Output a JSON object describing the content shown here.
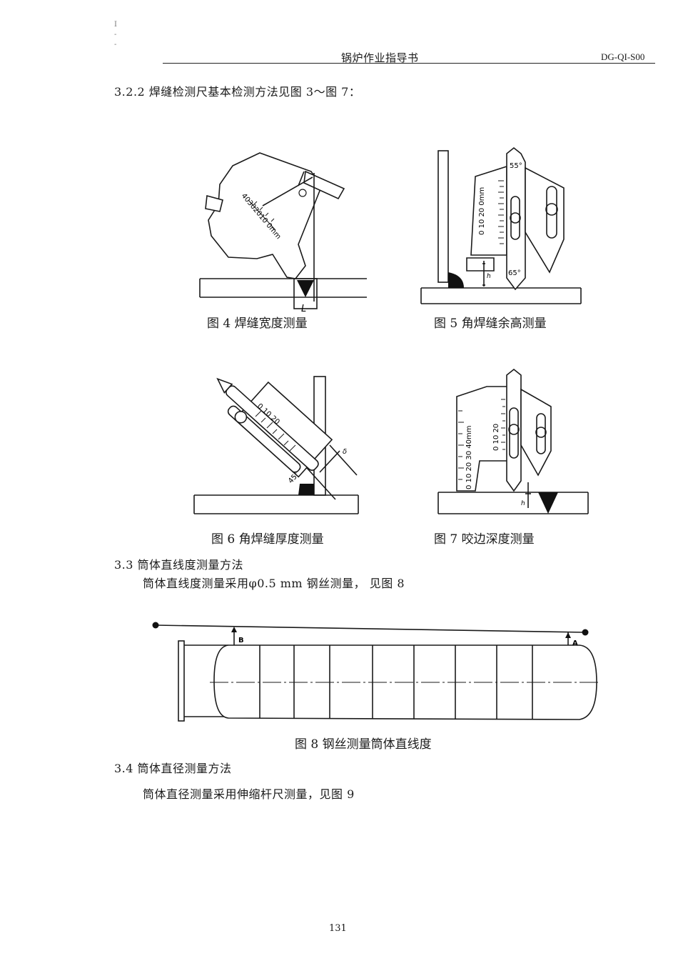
{
  "header": {
    "title": "锅炉作业指导书",
    "code": "DG-QI-S00",
    "marks": [
      "I",
      "-",
      "-"
    ]
  },
  "sections": {
    "s322": "3.2.2 焊缝检测尺基本检测方法见图 3～图 7：",
    "s33_title": "3.3 筒体直线度测量方法",
    "s33_body": "筒体直线度测量采用φ0.5 mm 钢丝测量， 见图 8",
    "s34_title": "3.4 筒体直径测量方法",
    "s34_body": "筒体直径测量采用伸缩杆尺测量，见图 9"
  },
  "figures": {
    "fig4": {
      "caption": "图 4 焊缝宽度测量",
      "scale_text": "40302010 0mm",
      "label_L": "L"
    },
    "fig5": {
      "caption": "图 5 角焊缝余高测量",
      "angle_top": "55°",
      "angle_bottom": "65°",
      "scale_text": "0 10 20 0mm",
      "label_h": "h"
    },
    "fig6": {
      "caption": "图 6 角焊缝厚度测量",
      "scale_text": "0 10 20",
      "angle": "45°",
      "label_delta": "δ"
    },
    "fig7": {
      "caption": "图 7 咬边深度测量",
      "scale_text": "0 10 20 30 40mm",
      "scale_text_2": "0 10 20",
      "label_h": "h"
    },
    "fig8": {
      "caption": "图 8 钢丝测量筒体直线度",
      "label_A": "A",
      "label_B": "B"
    }
  },
  "page_number": "131"
}
